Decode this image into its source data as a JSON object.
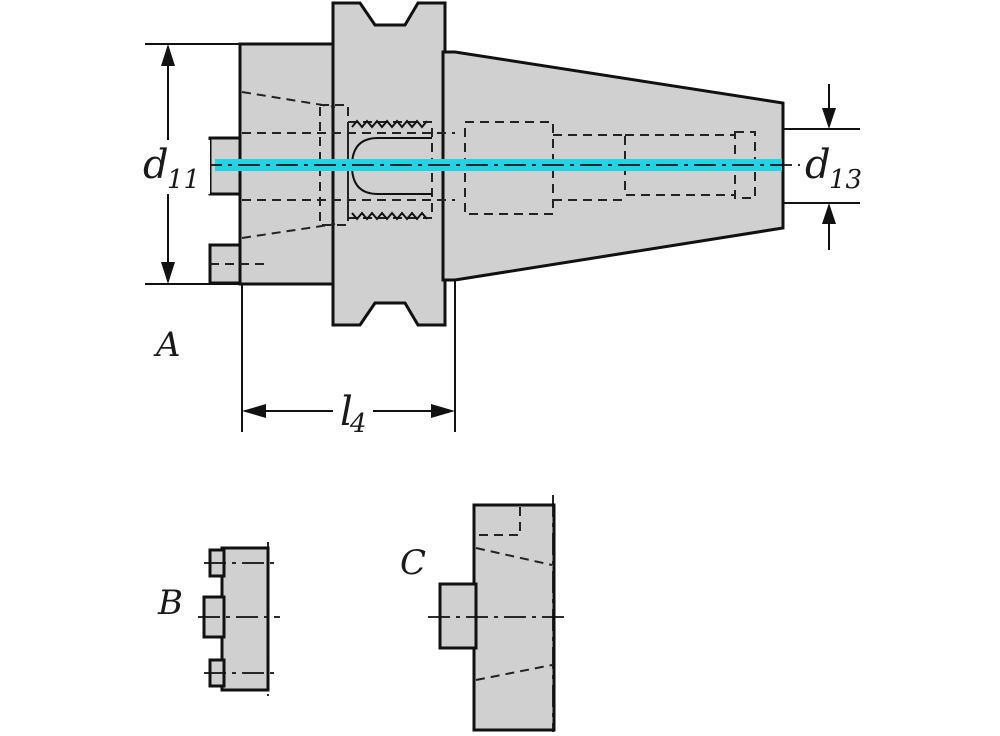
{
  "labels": {
    "d11_main": "d",
    "d11_sub": "11",
    "d13_main": "d",
    "d13_sub": "13",
    "l4_main": "l",
    "l4_sub": "4",
    "view_a": "A",
    "view_b": "B",
    "view_c": "C"
  },
  "colors": {
    "body_fill": "#d0d0d0",
    "outline": "#111111",
    "axis_highlight": "#22d3e6",
    "background": "#ffffff"
  }
}
